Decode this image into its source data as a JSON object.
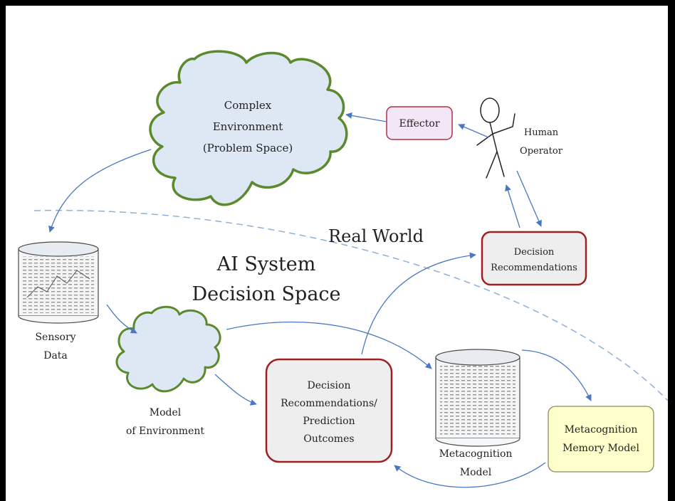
{
  "nodes": {
    "complex_environment": [
      "Complex",
      "Environment",
      "(Problem Space)"
    ],
    "effector": "Effector",
    "human_operator": [
      "Human",
      "Operator"
    ],
    "real_world": "Real World",
    "ai_system": [
      "AI System",
      "Decision Space"
    ],
    "decision_recommendations_top": [
      "Decision",
      "Recommendations"
    ],
    "sensory_data": [
      "Sensory",
      "Data"
    ],
    "model_of_environment": [
      "Model",
      "of Environment"
    ],
    "decision_prediction": [
      "Decision",
      "Recommendations/",
      "Prediction",
      "Outcomes"
    ],
    "metacognition_model": [
      "Metacognition",
      "Model"
    ],
    "metacognition_memory_model": [
      "Metacognition",
      "Memory Model"
    ]
  },
  "colors": {
    "cloud_fill": "#dde8f4",
    "cloud_stroke": "#5b8a2e",
    "arrow": "#4a78c0",
    "effector_fill": "#f3e6f6",
    "effector_stroke": "#b03040",
    "decision_fill": "#eeeeee",
    "decision_stroke": "#a02020",
    "memory_fill": "#ffffcc",
    "memory_stroke": "#8a8a60"
  }
}
